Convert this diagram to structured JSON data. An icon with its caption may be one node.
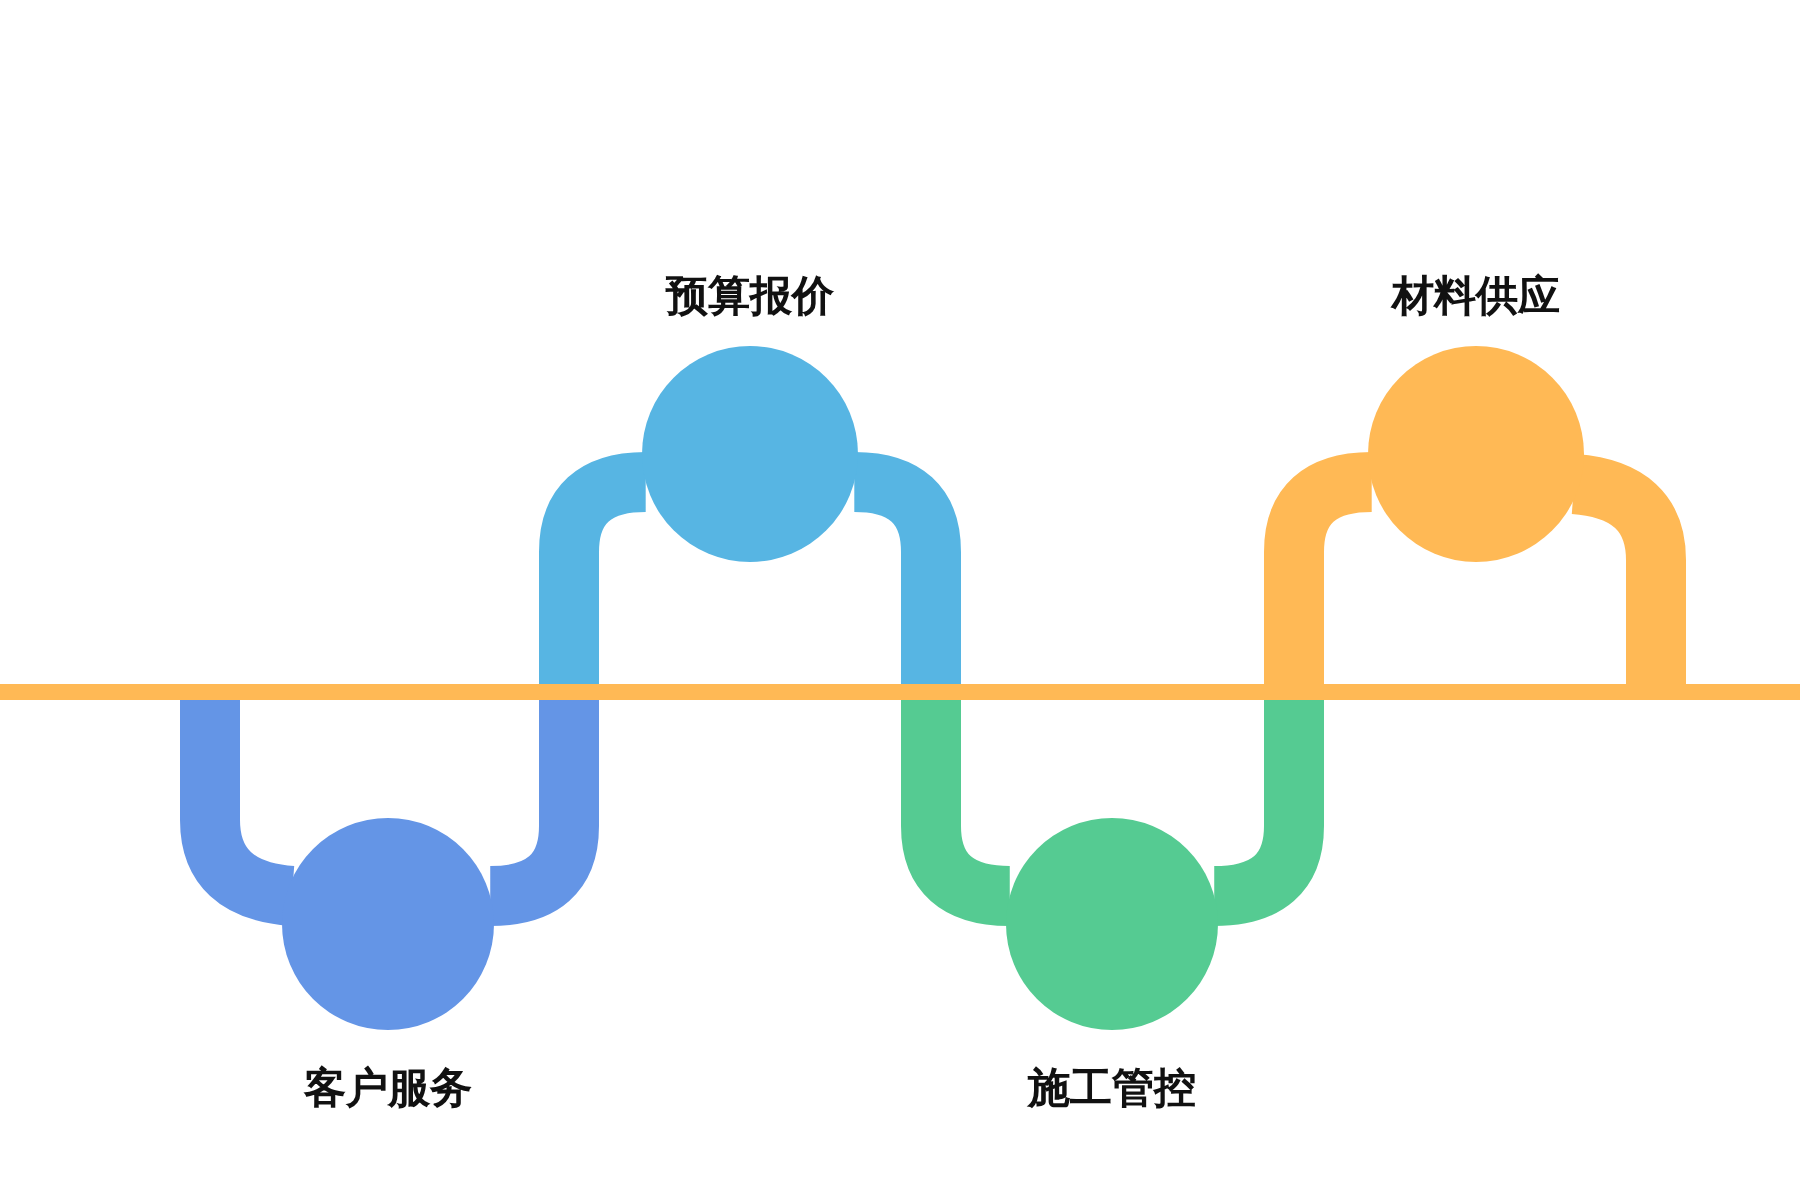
{
  "diagram": {
    "nodes": [
      {
        "text": [
          "客户服务"
        ]
      },
      {
        "text": [
          "预算报价"
        ]
      },
      {
        "text": [
          "施工管控"
        ]
      },
      {
        "text": [
          "材料供应"
        ]
      }
    ],
    "edges": [
      {
        "from": 0,
        "to": 1,
        "arrow": "none"
      },
      {
        "from": 1,
        "to": 2,
        "arrow": "none"
      },
      {
        "from": 2,
        "to": 3,
        "arrow": "none"
      }
    ]
  }
}
